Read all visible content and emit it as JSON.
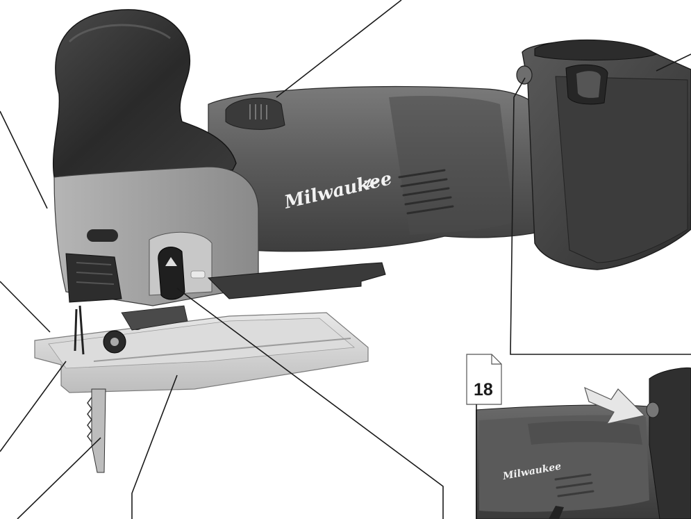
{
  "figure": {
    "brand_logo": "Milwaukee",
    "detail_inset_number": "18",
    "detail_inset_logo": "Milwaukee"
  },
  "colors": {
    "housing_dark": "#3b3b3b",
    "housing_mid": "#5e5e5e",
    "housing_light": "#8c8c8c",
    "shoe_light": "#d6d6d6",
    "leader_line": "#1a1a1a",
    "arrow_fill": "#e6e6e6"
  },
  "icons": {
    "inset_arrow": "pointer-arrow-icon",
    "inset_page": "folded-page-icon"
  }
}
